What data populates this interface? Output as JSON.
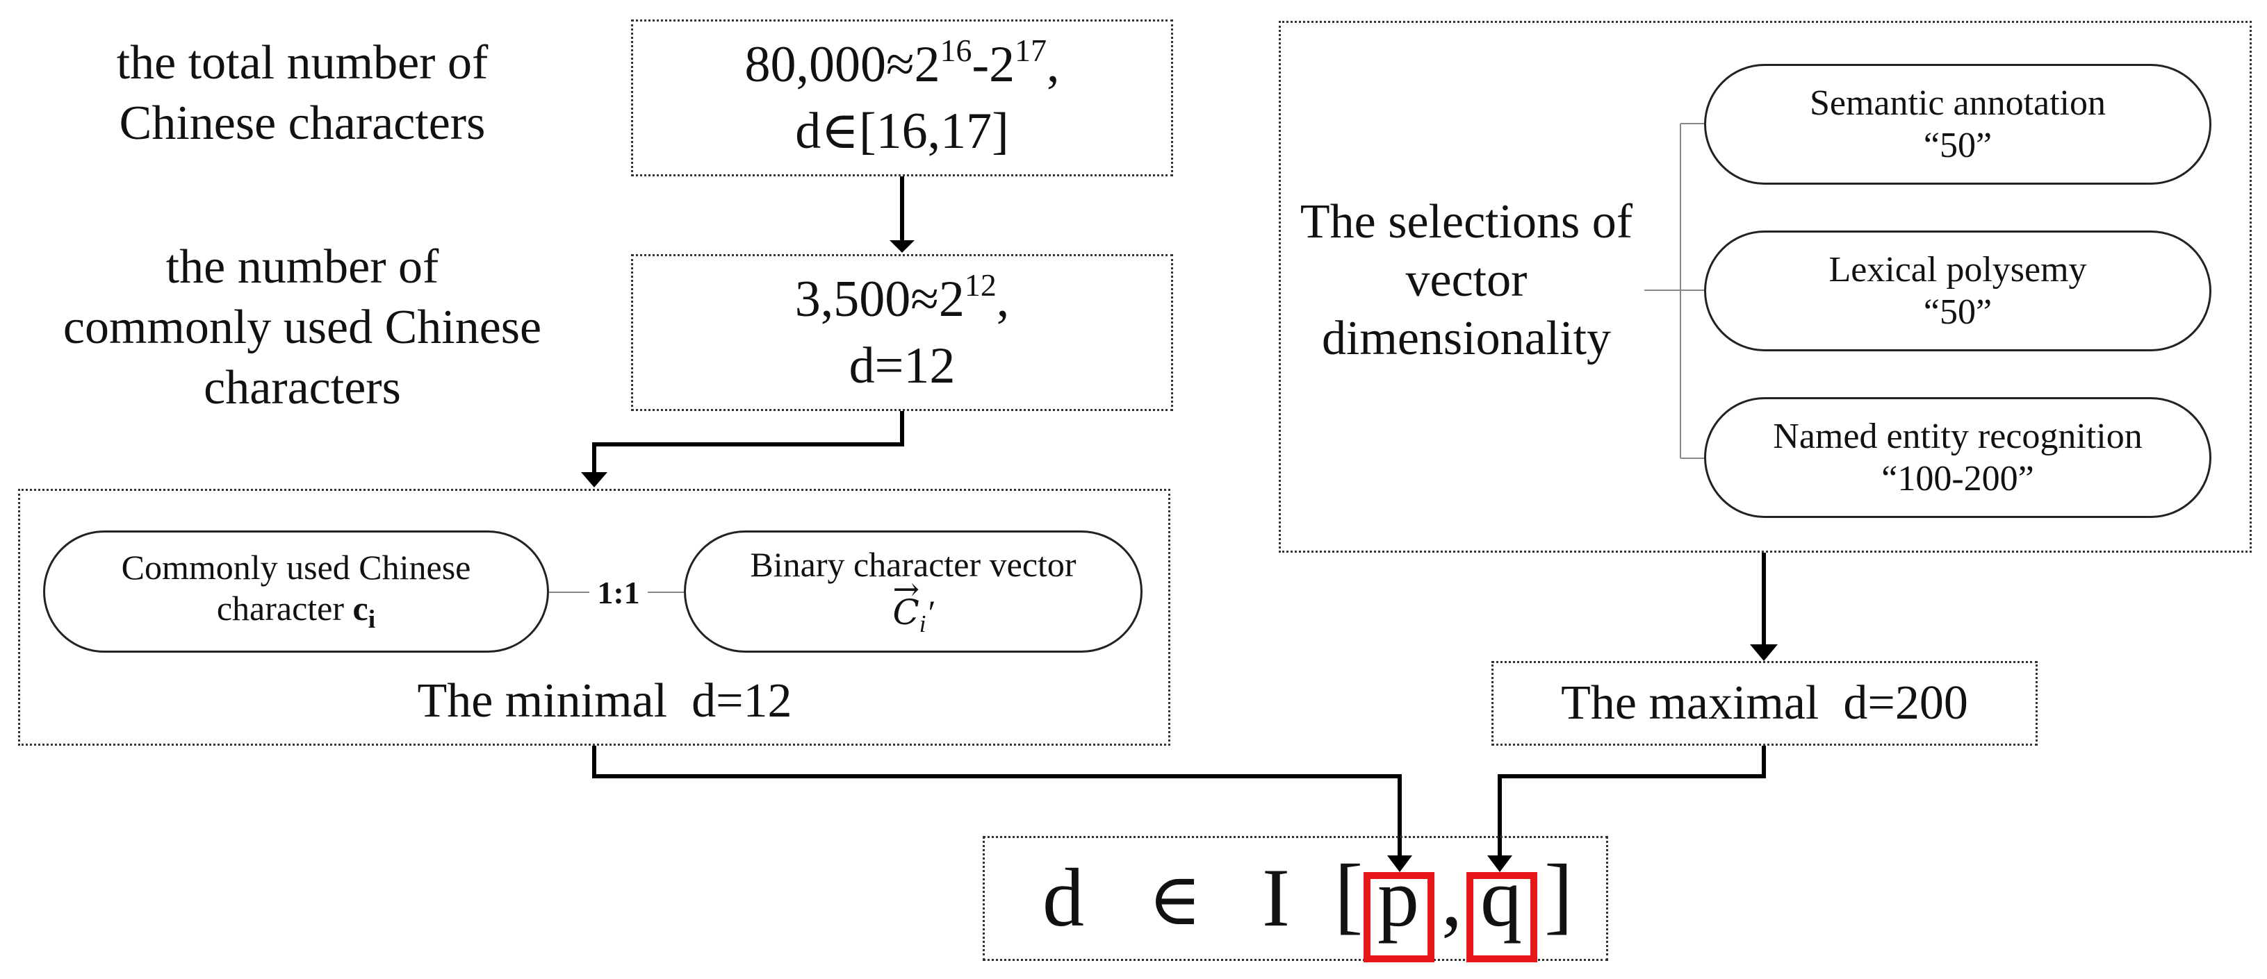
{
  "left_labels": {
    "total": "the total number of Chinese characters",
    "common": "the number of commonly used Chinese characters"
  },
  "top_box": {
    "line1_base": "80,000≈2",
    "line1_exp1": "16",
    "line1_mid": "-2",
    "line1_exp2": "17",
    "line1_end": ",",
    "line2": "d∈[16,17]"
  },
  "mid_box": {
    "line1_base": "3,500≈2",
    "line1_exp": "12",
    "line1_end": ",",
    "line2": "d=12"
  },
  "minimal_box": {
    "pill_left_line1": "Commonly used Chinese",
    "pill_left_line2": "character ",
    "pill_left_bold_c": "c",
    "pill_left_bold_i": "i",
    "ratio": "1:1",
    "pill_right_line1": "Binary character vector",
    "pill_right_vec": "C",
    "pill_right_vec_sub": "i",
    "pill_right_vec_prime": "′",
    "caption": "The minimal  d=12"
  },
  "right_panel": {
    "label": "The selections of vector dimensionality",
    "options": [
      {
        "name": "Semantic annotation",
        "value": "“50”"
      },
      {
        "name": "Lexical polysemy",
        "value": "“50”"
      },
      {
        "name": "Named entity recognition",
        "value": "“100-200”"
      }
    ]
  },
  "maximal_box": {
    "caption": "The maximal  d=200"
  },
  "formula": {
    "d": "d",
    "in": "∈",
    "I": "I",
    "open": "[",
    "p": "p",
    "comma": ",",
    "q": "q",
    "close": "]"
  },
  "colors": {
    "highlight": "#e8181a",
    "line": "#000000",
    "border": "#333333"
  }
}
